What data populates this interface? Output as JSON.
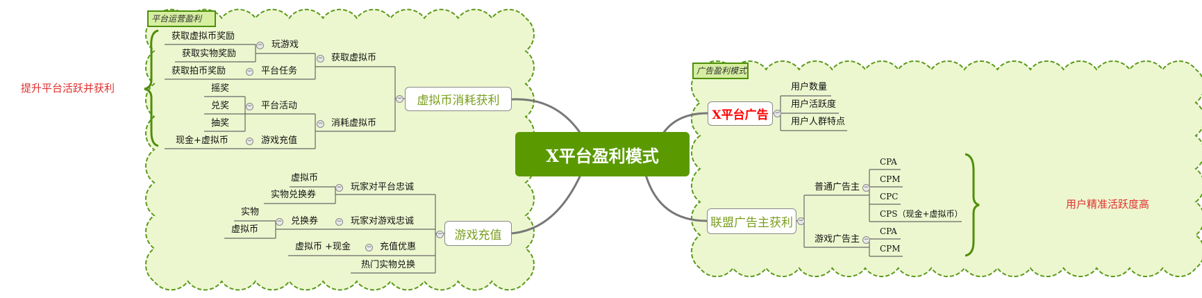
{
  "central": "X平台盈利模式",
  "colors": {
    "central_bg": "#5a9a00",
    "region_fill": "#edf7cf",
    "region_stroke": "#5a9a1a",
    "note_red": "#e03030",
    "branch_green": "#7a9e1e"
  },
  "left_note": "提升平台活跃并获利",
  "left_region": {
    "label": "平台运营盈利",
    "branch1": {
      "title": "虚拟币消耗获利",
      "get": {
        "title": "获取虚拟币",
        "play": {
          "title": "玩游戏",
          "items": [
            "获取虚拟币奖励",
            "获取实物奖励"
          ]
        },
        "task": {
          "title": "平台任务",
          "items": [
            "获取拍币奖励"
          ]
        }
      },
      "consume": {
        "title": "消耗虚拟币",
        "activity": {
          "title": "平台活动",
          "items": [
            "摇奖",
            "兑奖",
            "抽奖"
          ]
        },
        "recharge": {
          "title": "游戏充值",
          "items": [
            "现金+虚拟币"
          ]
        }
      }
    },
    "branch2": {
      "title": "游戏充值",
      "platform_loyalty": {
        "title": "玩家对平台忠诚",
        "items": [
          "虚拟币",
          "实物兑换券"
        ]
      },
      "game_loyalty": {
        "title": "玩家对游戏忠诚",
        "voucher": {
          "title": "兑换券",
          "items": [
            "实物",
            "虚拟币"
          ]
        }
      },
      "discount": {
        "title": "充值优惠",
        "items": [
          "虚拟币 +现金"
        ]
      },
      "hot": "热门实物兑换"
    }
  },
  "right_region": {
    "label": "广告盈利模式",
    "x_ads": {
      "title": "X平台广告",
      "items": [
        "用户数量",
        "用户活跃度",
        "用户人群特点"
      ]
    },
    "alliance": {
      "title": "联盟广告主获利",
      "normal": {
        "title": "普通广告主",
        "items": [
          "CPA",
          "CPM",
          "CPC",
          "CPS（现金+虚拟币）"
        ]
      },
      "game": {
        "title": "游戏广告主",
        "items": [
          "CPA",
          "CPM"
        ]
      }
    },
    "note": "用户精准活跃度高"
  }
}
